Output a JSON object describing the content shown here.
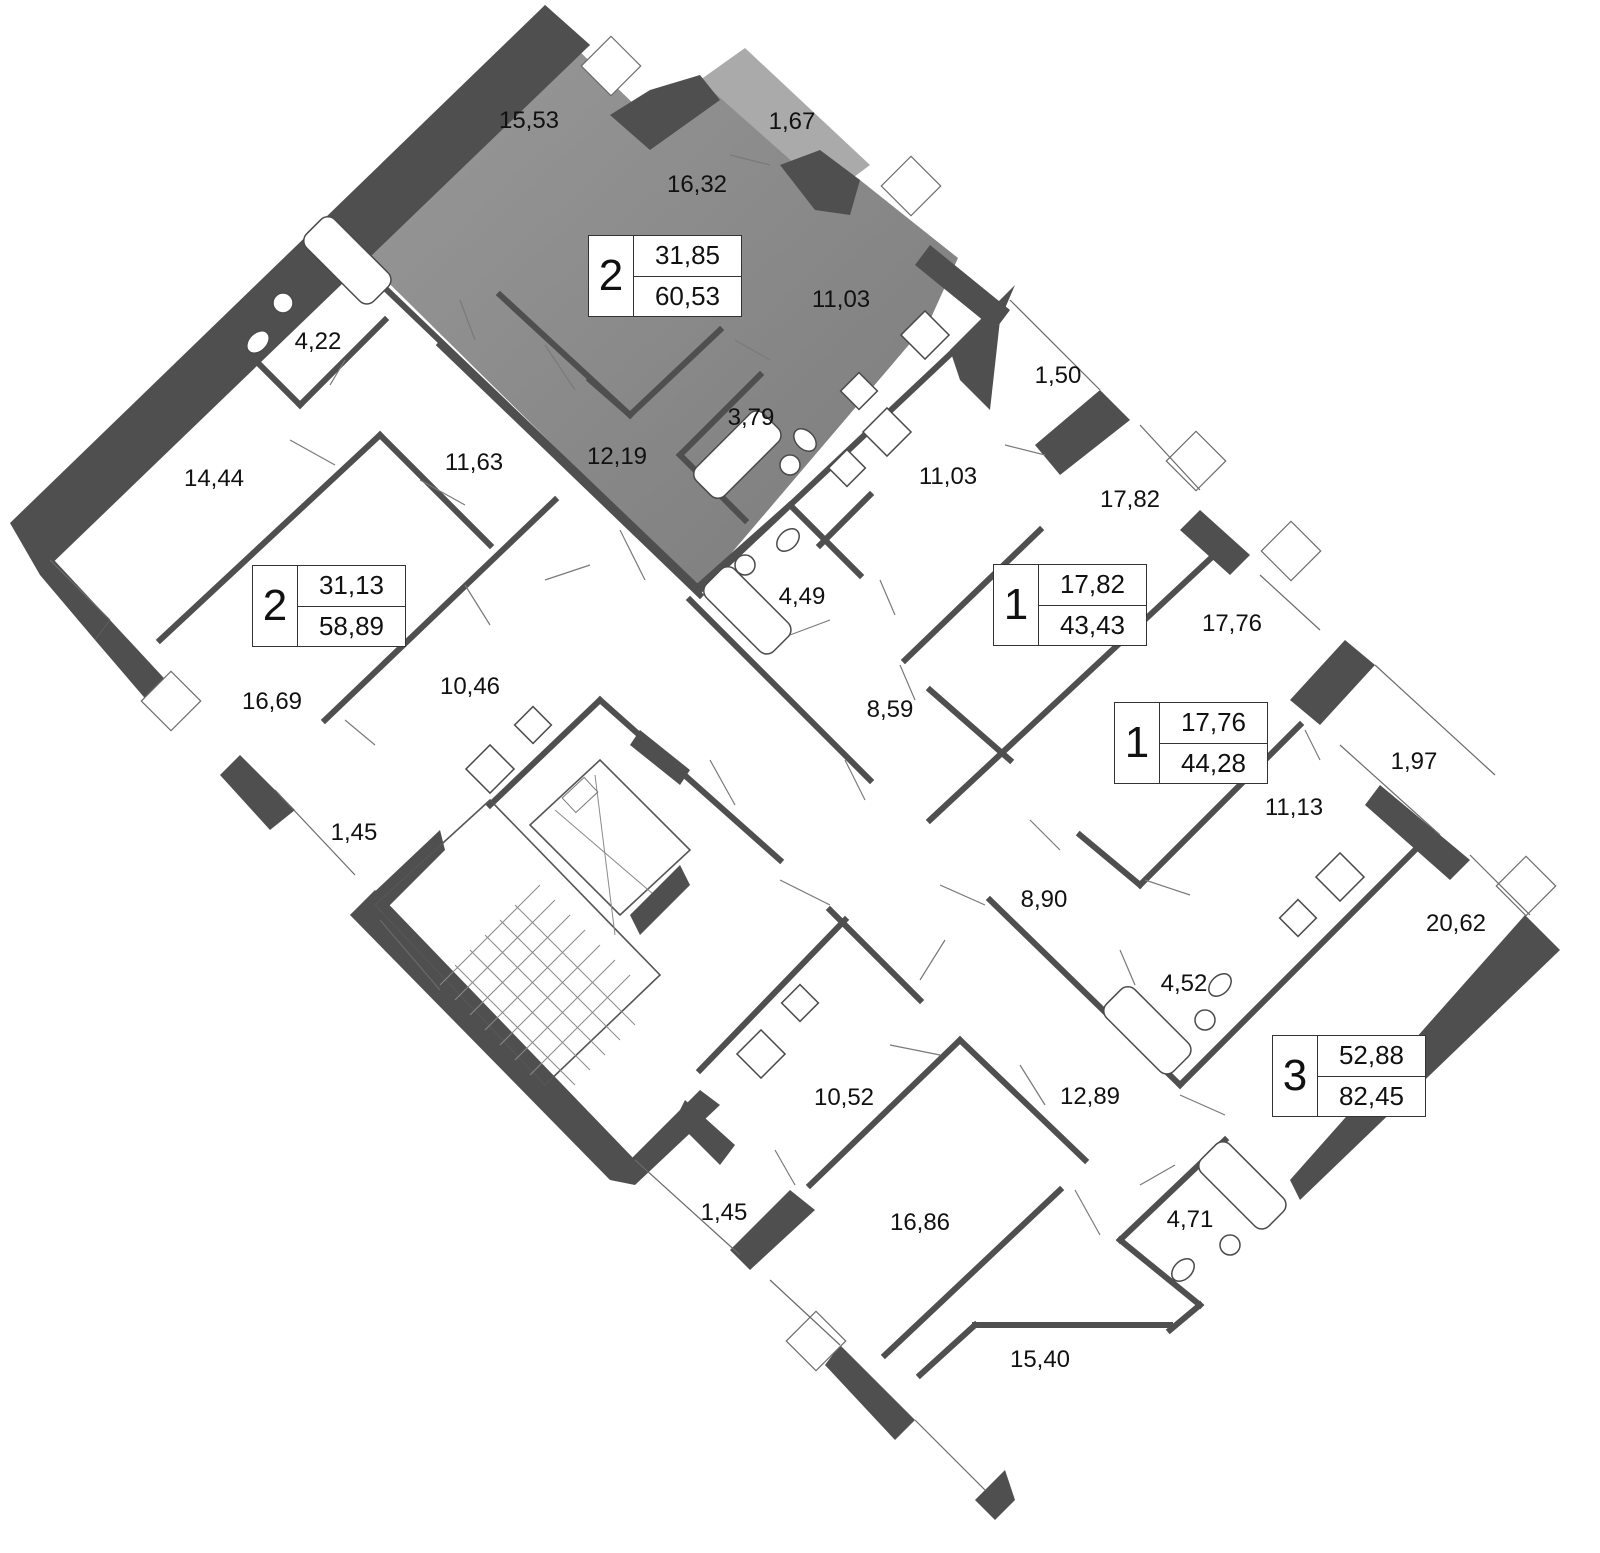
{
  "apartments": [
    {
      "rooms": "2",
      "living_area": "31,85",
      "total_area": "60,53",
      "highlighted": true
    },
    {
      "rooms": "2",
      "living_area": "31,13",
      "total_area": "58,89",
      "highlighted": false
    },
    {
      "rooms": "1",
      "living_area": "17,82",
      "total_area": "43,43",
      "highlighted": false
    },
    {
      "rooms": "1",
      "living_area": "17,76",
      "total_area": "44,28",
      "highlighted": false
    },
    {
      "rooms": "3",
      "living_area": "52,88",
      "total_area": "82,45",
      "highlighted": false
    }
  ],
  "room_areas": [
    "15,53",
    "1,67",
    "16,32",
    "11,03",
    "12,19",
    "3,79",
    "4,22",
    "14,44",
    "11,63",
    "16,69",
    "10,46",
    "1,45",
    "1,50",
    "11,03",
    "17,82",
    "4,49",
    "8,59",
    "17,76",
    "1,97",
    "11,13",
    "8,90",
    "4,52",
    "20,62",
    "12,89",
    "10,52",
    "1,45",
    "16,86",
    "4,71",
    "15,40"
  ],
  "colors": {
    "wall": "#4f4f4f",
    "highlight_fill": "#8a8a8a",
    "background": "#ffffff",
    "text": "#111111"
  },
  "icons": [
    "toilet-icon",
    "sink-icon",
    "bathtub-icon",
    "stove-icon",
    "kitchen-sink-icon",
    "elevator-icon",
    "stairs-icon",
    "window-icon",
    "door-swing-icon"
  ]
}
